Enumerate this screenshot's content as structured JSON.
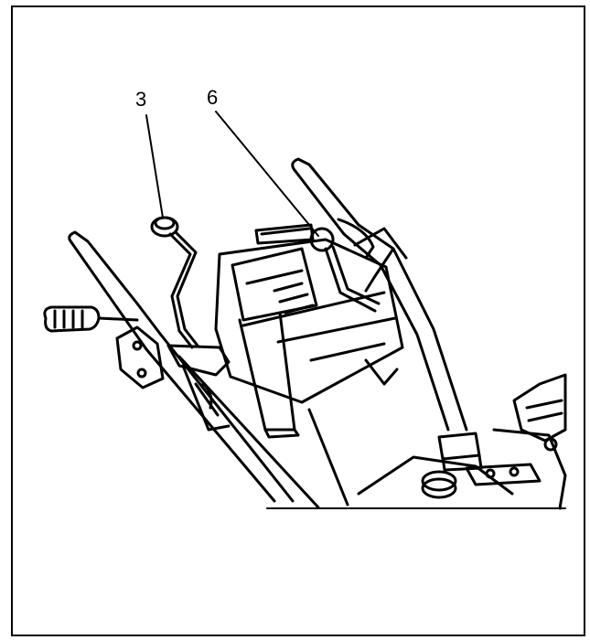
{
  "callouts": {
    "label_3": "3",
    "label_6": "6"
  },
  "illustration": {
    "subject": "snow-thrower-handle-and-control-panel"
  },
  "colors": {
    "line": "#000000",
    "background": "#ffffff"
  }
}
